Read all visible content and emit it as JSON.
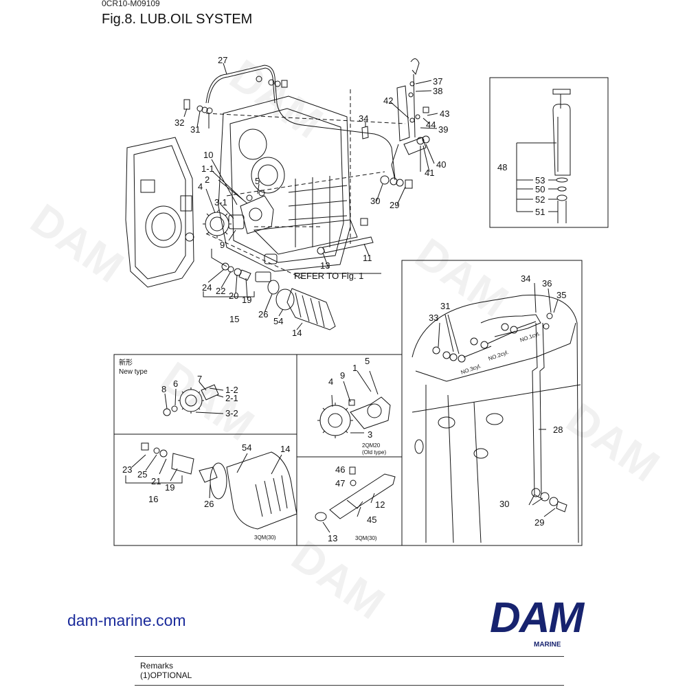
{
  "header": {
    "doc_code": "0CR10-M09109",
    "title": "Fig.8.  LUB.OIL SYSTEM"
  },
  "main_view": {
    "callouts": [
      "27",
      "32",
      "31",
      "10",
      "1-1",
      "2",
      "5",
      "4",
      "3-1",
      "9",
      "37",
      "38",
      "42",
      "43",
      "34",
      "44",
      "39",
      "41",
      "40",
      "30",
      "29",
      "13",
      "11",
      "24",
      "22",
      "20",
      "19",
      "15",
      "26",
      "54",
      "14"
    ],
    "refer_text": "REFER TO Fig. 1"
  },
  "inset_48": {
    "callouts": [
      "48",
      "53",
      "50",
      "52",
      "51"
    ]
  },
  "inset_new_type": {
    "label_cn": "新形",
    "label_en": "New type",
    "callouts": [
      "7",
      "6",
      "8",
      "1-2",
      "2-1",
      "3-2"
    ]
  },
  "inset_old_type": {
    "callouts": [
      "5",
      "4",
      "9",
      "1",
      "3"
    ],
    "model": "2QM20",
    "model_note": "(Old type)"
  },
  "inset_filter": {
    "callouts": [
      "23",
      "25",
      "21",
      "19",
      "16",
      "54",
      "14",
      "26"
    ],
    "model": "3QM(30)"
  },
  "inset_pipe": {
    "callouts": [
      "46",
      "47",
      "12",
      "45",
      "13"
    ],
    "model": "3QM(30)"
  },
  "inset_head": {
    "callouts": [
      "34",
      "36",
      "35",
      "31",
      "33",
      "28",
      "30",
      "29"
    ],
    "cyl_labels": [
      "NO.3cyl.",
      "NO.2cyl.",
      "NO.1cyl."
    ]
  },
  "footer": {
    "site": "dam-marine.com",
    "logo_text": "DAM",
    "logo_sub": "MARINE",
    "remarks_title": "Remarks",
    "remarks_item": "(1)OPTIONAL"
  },
  "watermark": "DAM",
  "colors": {
    "brand": "#17236f",
    "link": "#1b2b9b",
    "line": "#111111"
  }
}
